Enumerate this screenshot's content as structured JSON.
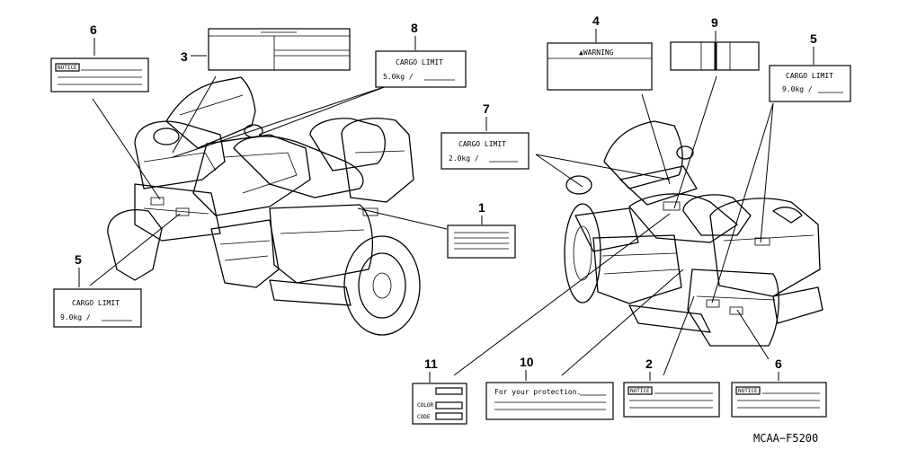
{
  "diagram": {
    "code": "MCAA−F5200",
    "callouts": {
      "c1": "1",
      "c2": "2",
      "c3": "3",
      "c4": "4",
      "c5_left": "5",
      "c5_right": "5",
      "c6_left": "6",
      "c6_right": "6",
      "c7": "7",
      "c8": "8",
      "c9": "9",
      "c10": "10",
      "c11": "11"
    },
    "labels": {
      "cargo_limit": "CARGO LIMIT",
      "cargo_8_value": "5.0kg  /",
      "cargo_7_value": "2.0kg  /",
      "cargo_5r_value": "9.0kg  /",
      "cargo_5l_value": "9.0kg  /",
      "warning": "▲WARNING",
      "notice_6l": "NOTICE",
      "notice_2": "NOTICE",
      "notice_6r": "NOTICE",
      "protection": "For your protection.",
      "color": "COLOR",
      "code": "CODE"
    }
  }
}
